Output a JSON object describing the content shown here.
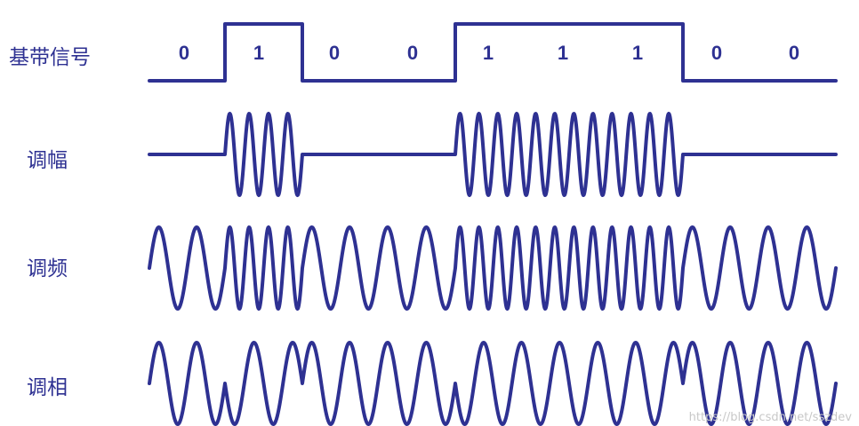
{
  "labels": {
    "baseband": "基带信号",
    "am": "调幅",
    "fm": "调频",
    "pm": "调相"
  },
  "bits": [
    "0",
    "1",
    "0",
    "0",
    "1",
    "1",
    "1",
    "0",
    "0"
  ],
  "watermark": "https://blog.csdn.net/sszdev",
  "colors": {
    "wave": "#2e3192",
    "background": "#ffffff",
    "watermark": "#c8c8c8"
  },
  "modulation": {
    "am_cycles_per_one_bit": 4,
    "fm_cycles_per_zero_bit": 2,
    "fm_cycles_per_one_bit": 4,
    "pm_cycles_per_bit": 2
  }
}
